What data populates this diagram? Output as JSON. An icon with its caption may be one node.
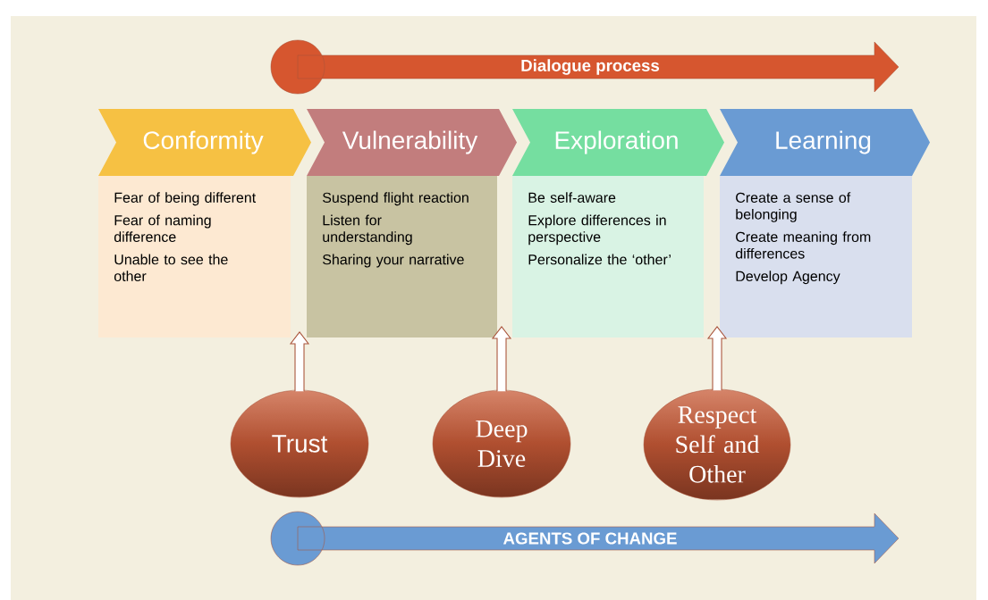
{
  "diagram": {
    "nodes": [
      {
        "text": [
          "Dialogue process"
        ]
      },
      {
        "text": [
          "Conformity"
        ]
      },
      {
        "text": [
          "Vulnerability"
        ]
      },
      {
        "text": [
          "Exploration"
        ]
      },
      {
        "text": [
          "Learning"
        ]
      },
      {
        "text": [
          "Fear of being different",
          "Fear of naming difference",
          "Unable to see the other"
        ]
      },
      {
        "text": [
          "Suspend flight reaction",
          "Listen for understanding",
          "Sharing your narrative"
        ]
      },
      {
        "text": [
          "Be self-aware",
          "Explore differences in perspective",
          "Personalize the ‘other’"
        ]
      },
      {
        "text": [
          "Create a sense of belonging",
          "Create meaning from differences",
          "Develop Agency"
        ]
      },
      {
        "text": [
          "Trust"
        ]
      },
      {
        "text": [
          "Deep Dive"
        ]
      },
      {
        "text": [
          "Respect Self and Other"
        ]
      },
      {
        "text": [
          "AGENTS OF CHANGE"
        ]
      }
    ],
    "edges": [
      {
        "from": 9,
        "to": null,
        "arrow": "to"
      },
      {
        "from": 10,
        "to": null,
        "arrow": "to"
      },
      {
        "from": 11,
        "to": null,
        "arrow": "to"
      }
    ]
  }
}
